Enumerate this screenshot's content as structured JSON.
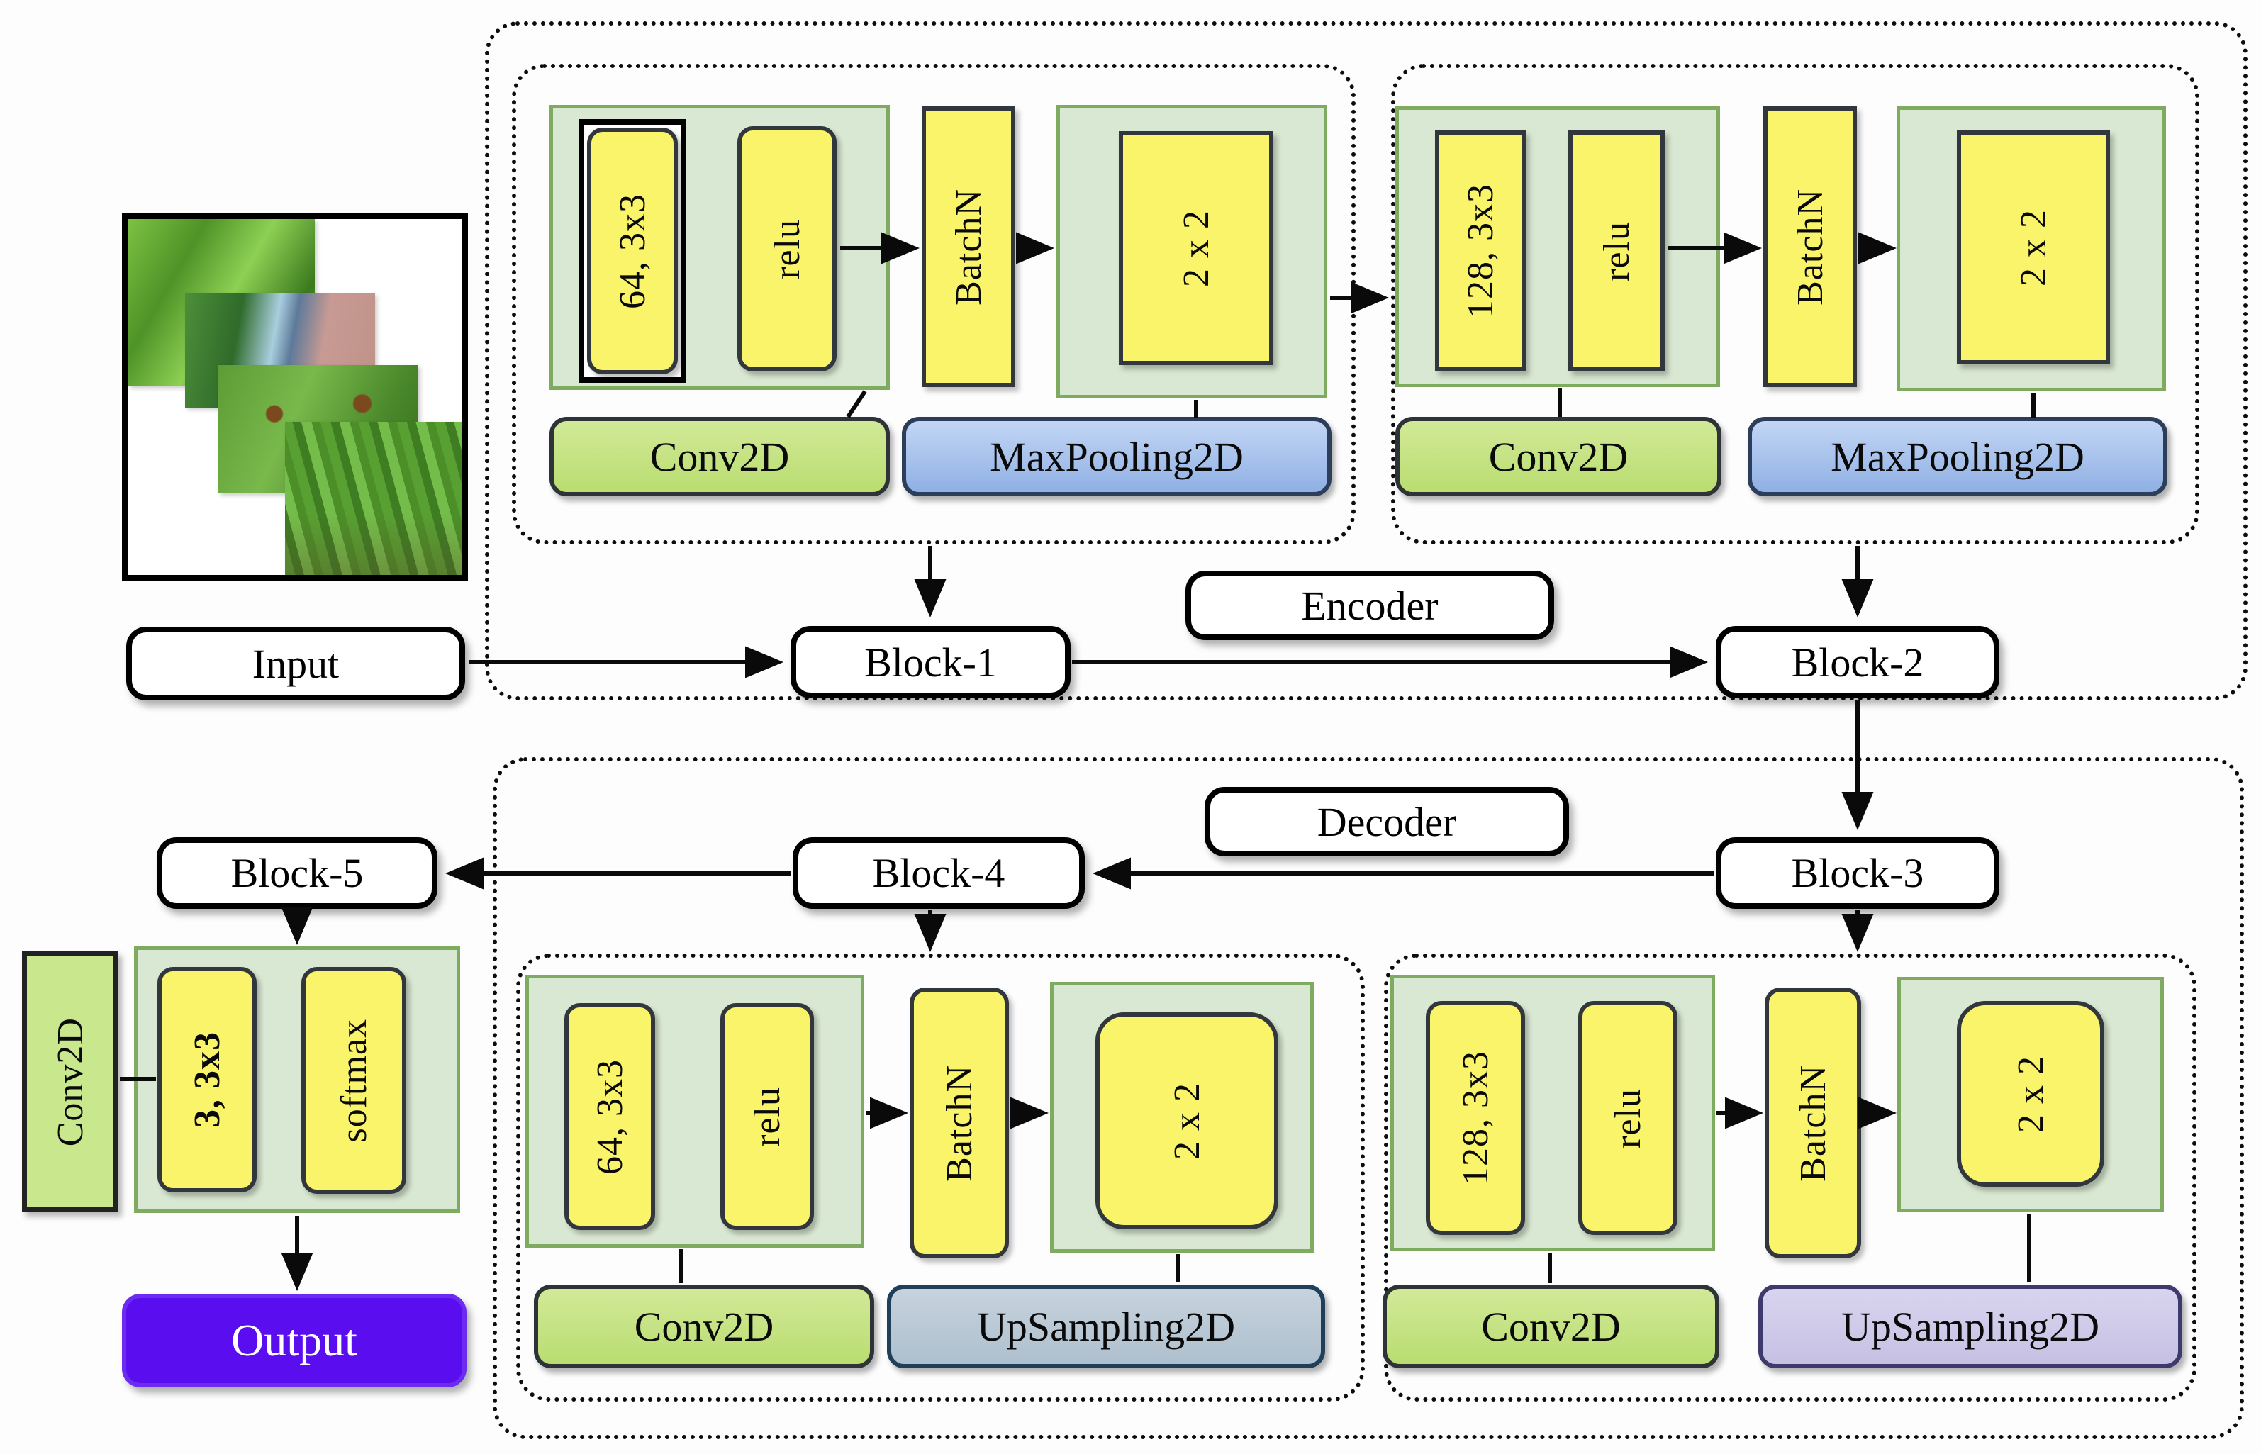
{
  "input": {
    "label": "Input"
  },
  "output": {
    "label": "Output"
  },
  "encoder": {
    "label": "Encoder",
    "blocks": [
      {
        "name": "Block-1",
        "conv_filters": "64, 3x3",
        "activation": "relu",
        "conv_label": "Conv2D",
        "batchnorm": "BatchN",
        "pool_size": "2 x 2",
        "pool_label": "MaxPooling2D"
      },
      {
        "name": "Block-2",
        "conv_filters": "128, 3x3",
        "activation": "relu",
        "conv_label": "Conv2D",
        "batchnorm": "BatchN",
        "pool_size": "2 x 2",
        "pool_label": "MaxPooling2D"
      }
    ]
  },
  "decoder": {
    "label": "Decoder",
    "blocks": [
      {
        "name": "Block-3",
        "conv_filters": "128, 3x3",
        "activation": "relu",
        "conv_label": "Conv2D",
        "batchnorm": "BatchN",
        "upsample_size": "2 x 2",
        "upsample_label": "UpSampling2D"
      },
      {
        "name": "Block-4",
        "conv_filters": "64, 3x3",
        "activation": "relu",
        "conv_label": "Conv2D",
        "batchnorm": "BatchN",
        "upsample_size": "2 x 2",
        "upsample_label": "UpSampling2D"
      },
      {
        "name": "Block-5",
        "conv_label": "Conv2D",
        "conv_filters": "3, 3x3",
        "activation": "softmax"
      }
    ]
  },
  "colors": {
    "yellow_op_box": "#FAF46B",
    "green_layer_container": "#D9E8D2",
    "green_container_border": "#7FAB60",
    "conv_label_fill": "#C5E483",
    "maxpool_label_fill": "#A9C6EF",
    "upsample_label_fill_block4": "#B9C7D4",
    "upsample_label_fill_block3": "#CFCBE8",
    "output_fill": "#5A0EF0",
    "output_text": "#FFFFFF"
  }
}
